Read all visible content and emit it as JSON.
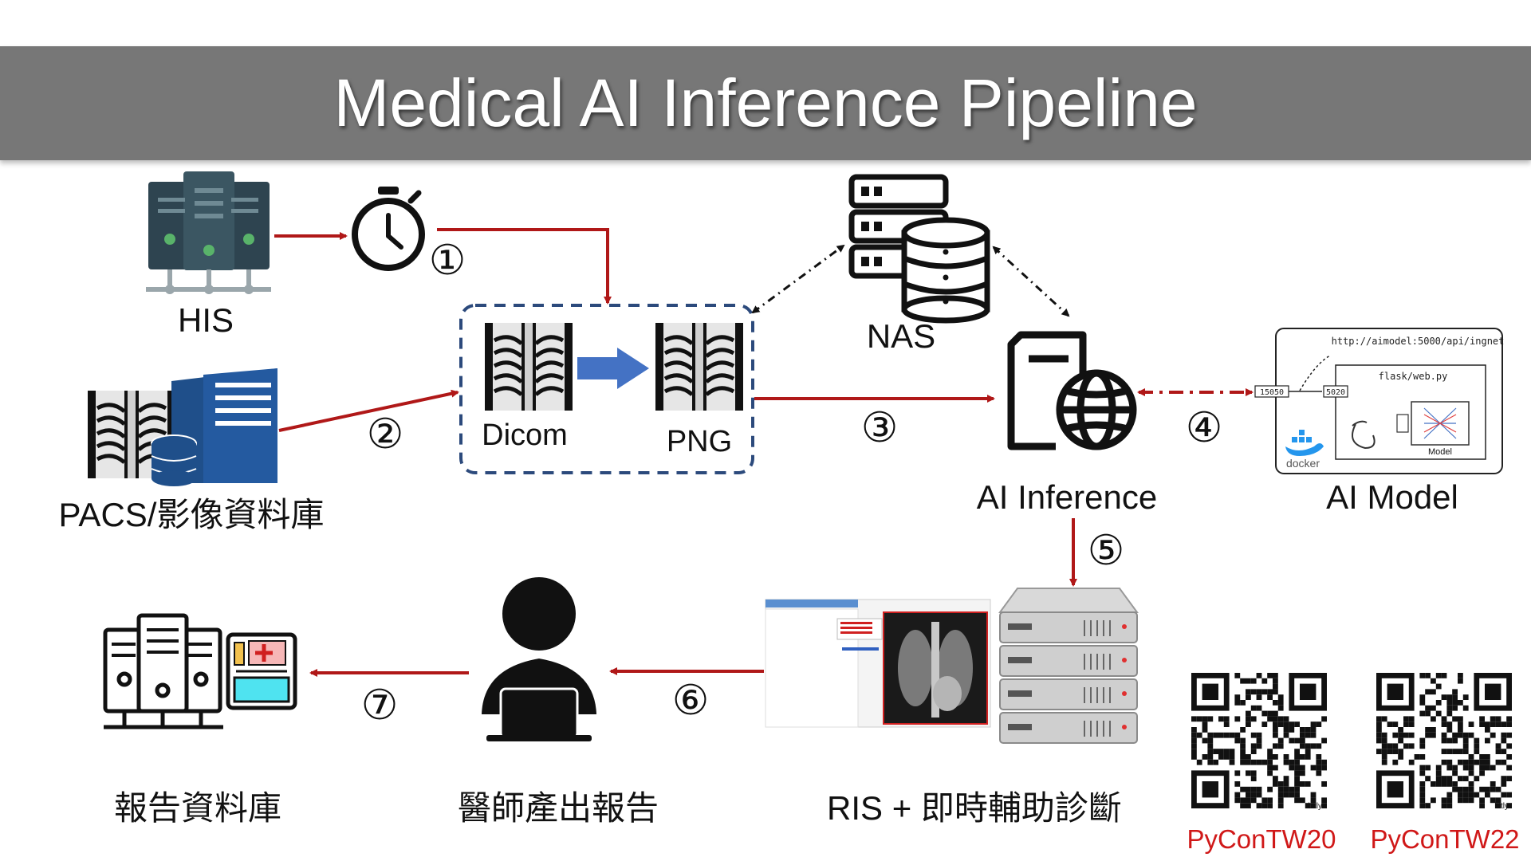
{
  "title": "Medical AI Inference Pipeline",
  "nodes": {
    "his": "HIS",
    "pacs": "PACS/影像資料庫",
    "dicom": "Dicom",
    "png": "PNG",
    "nas": "NAS",
    "ai_inference": "AI Inference",
    "ai_model": "AI Model",
    "ris": "RIS + 即時輔助診斷",
    "doctor": "醫師產出報告",
    "report_db": "報告資料庫"
  },
  "steps": [
    "①",
    "②",
    "③",
    "④",
    "⑤",
    "⑥",
    "⑦"
  ],
  "ai_model_panel": {
    "url": "http://aimodel:5000/api/ingnet",
    "file": "flask/web.py",
    "port_left": "15050",
    "port_right": "5020",
    "model_label": "Model",
    "docker_label": "docker"
  },
  "qr_codes": [
    {
      "label": "PyConTW20",
      "badge": "bitly"
    },
    {
      "label": "PyConTW22",
      "badge": "bitly"
    }
  ],
  "colors": {
    "title_bar": "#777777",
    "flow_arrow": "#b01818",
    "dashed_box": "#2c4a7c",
    "convert_arrow": "#4472c4",
    "qr_label": "#d01818"
  }
}
